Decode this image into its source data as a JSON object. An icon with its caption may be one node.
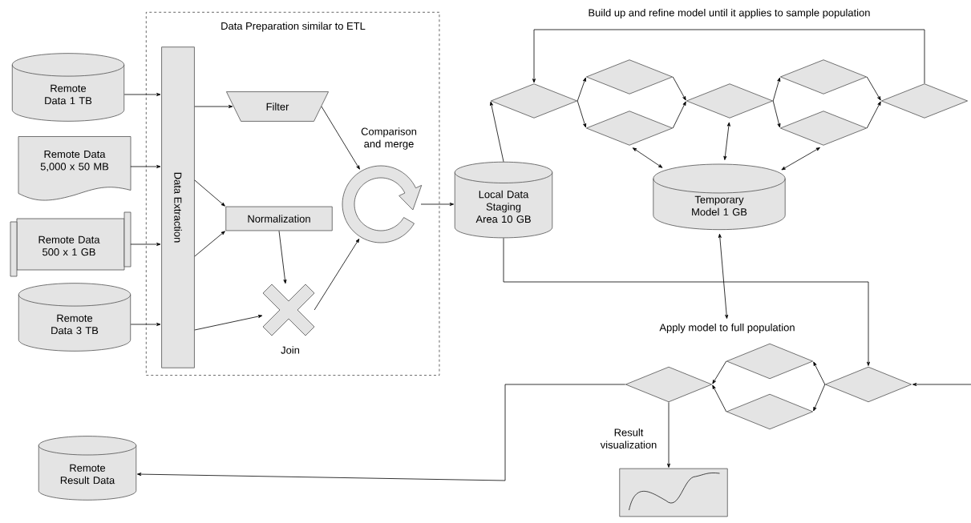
{
  "diagram": {
    "nodes": [
      {
        "text": [
          "Data Preparation similar to ETL"
        ]
      },
      {
        "text": [
          "Remote Data 1 TB"
        ]
      },
      {
        "text": [
          "Remote Data 5,000 x 50 MB"
        ]
      },
      {
        "text": [
          "Remote Data 500 x 1 GB"
        ]
      },
      {
        "text": [
          "Remote Data 3 TB"
        ]
      },
      {
        "text": [
          "Data Extraction"
        ],
        "in": 0
      },
      {
        "text": [
          "Filter"
        ],
        "in": 0
      },
      {
        "text": [
          "Normalization"
        ],
        "in": 0
      },
      {
        "text": [
          "Join"
        ],
        "in": 0
      },
      {
        "text": [
          "Comparison and merge"
        ],
        "in": 0
      },
      {
        "text": [
          "Local Data Staging Area 10 GB"
        ]
      },
      {
        "text": [],
        "shape": "diamond"
      },
      {
        "text": [],
        "shape": "diamond"
      },
      {
        "text": [],
        "shape": "diamond"
      },
      {
        "text": [],
        "shape": "diamond"
      },
      {
        "text": [],
        "shape": "diamond"
      },
      {
        "text": [],
        "shape": "diamond"
      },
      {
        "text": [],
        "shape": "diamond"
      },
      {
        "text": [
          "Temporary Model 1 GB"
        ]
      },
      {
        "text": [
          "Apply model to full population"
        ]
      },
      {
        "text": [],
        "shape": "diamond"
      },
      {
        "text": [],
        "shape": "diamond"
      },
      {
        "text": [],
        "shape": "diamond"
      },
      {
        "text": [],
        "shape": "diamond"
      },
      {
        "text": [],
        "shape": "picture"
      },
      {
        "text": [
          "Remote Result Data"
        ]
      }
    ],
    "edges": [
      {
        "from": 1,
        "to": 5,
        "arrow": "to"
      },
      {
        "from": 2,
        "to": 5,
        "arrow": "to"
      },
      {
        "from": 3,
        "to": 5,
        "arrow": "to"
      },
      {
        "from": 4,
        "to": 5,
        "arrow": "to"
      },
      {
        "from": 5,
        "to": 6,
        "arrow": "to"
      },
      {
        "from": 5,
        "to": 7,
        "arrow": "to"
      },
      {
        "from": 5,
        "to": 7,
        "arrow": "to"
      },
      {
        "from": 5,
        "to": 8,
        "arrow": "to"
      },
      {
        "from": 6,
        "to": 9,
        "arrow": "to"
      },
      {
        "from": 7,
        "to": 8,
        "arrow": "to"
      },
      {
        "from": 8,
        "to": 9,
        "arrow": "to"
      },
      {
        "from": 9,
        "to": 10,
        "arrow": "to"
      },
      {
        "from": 10,
        "to": 11,
        "arrow": "to"
      },
      {
        "from": 11,
        "to": 12,
        "arrow": "to"
      },
      {
        "from": 11,
        "to": 13,
        "arrow": "to"
      },
      {
        "from": 12,
        "to": 14,
        "arrow": "to"
      },
      {
        "from": 13,
        "to": 14,
        "arrow": "to"
      },
      {
        "from": 14,
        "to": 15,
        "arrow": "to"
      },
      {
        "from": 14,
        "to": 16,
        "arrow": "to"
      },
      {
        "from": 15,
        "to": 17,
        "arrow": "to"
      },
      {
        "from": 16,
        "to": 17,
        "arrow": "to"
      },
      {
        "from": 17,
        "to": 11,
        "arrow": "to",
        "label": "Build up and refine model until it applies to sample population"
      },
      {
        "from": 13,
        "to": 18,
        "arrow": "both"
      },
      {
        "from": 14,
        "to": 18,
        "arrow": "both"
      },
      {
        "from": 16,
        "to": 18,
        "arrow": "both"
      },
      {
        "from": 18,
        "to": 19,
        "arrow": "both"
      },
      {
        "from": 10,
        "to": 23,
        "arrow": "to"
      },
      {
        "from": null,
        "to": 23,
        "arrow": "to"
      },
      {
        "from": 23,
        "to": 21,
        "arrow": "to"
      },
      {
        "from": 23,
        "to": 22,
        "arrow": "to"
      },
      {
        "from": 21,
        "to": 20,
        "arrow": "to"
      },
      {
        "from": 22,
        "to": 20,
        "arrow": "to"
      },
      {
        "from": 20,
        "to": 24,
        "arrow": "to",
        "label": "Result visualization"
      },
      {
        "from": 20,
        "to": 25,
        "arrow": "to"
      }
    ]
  }
}
